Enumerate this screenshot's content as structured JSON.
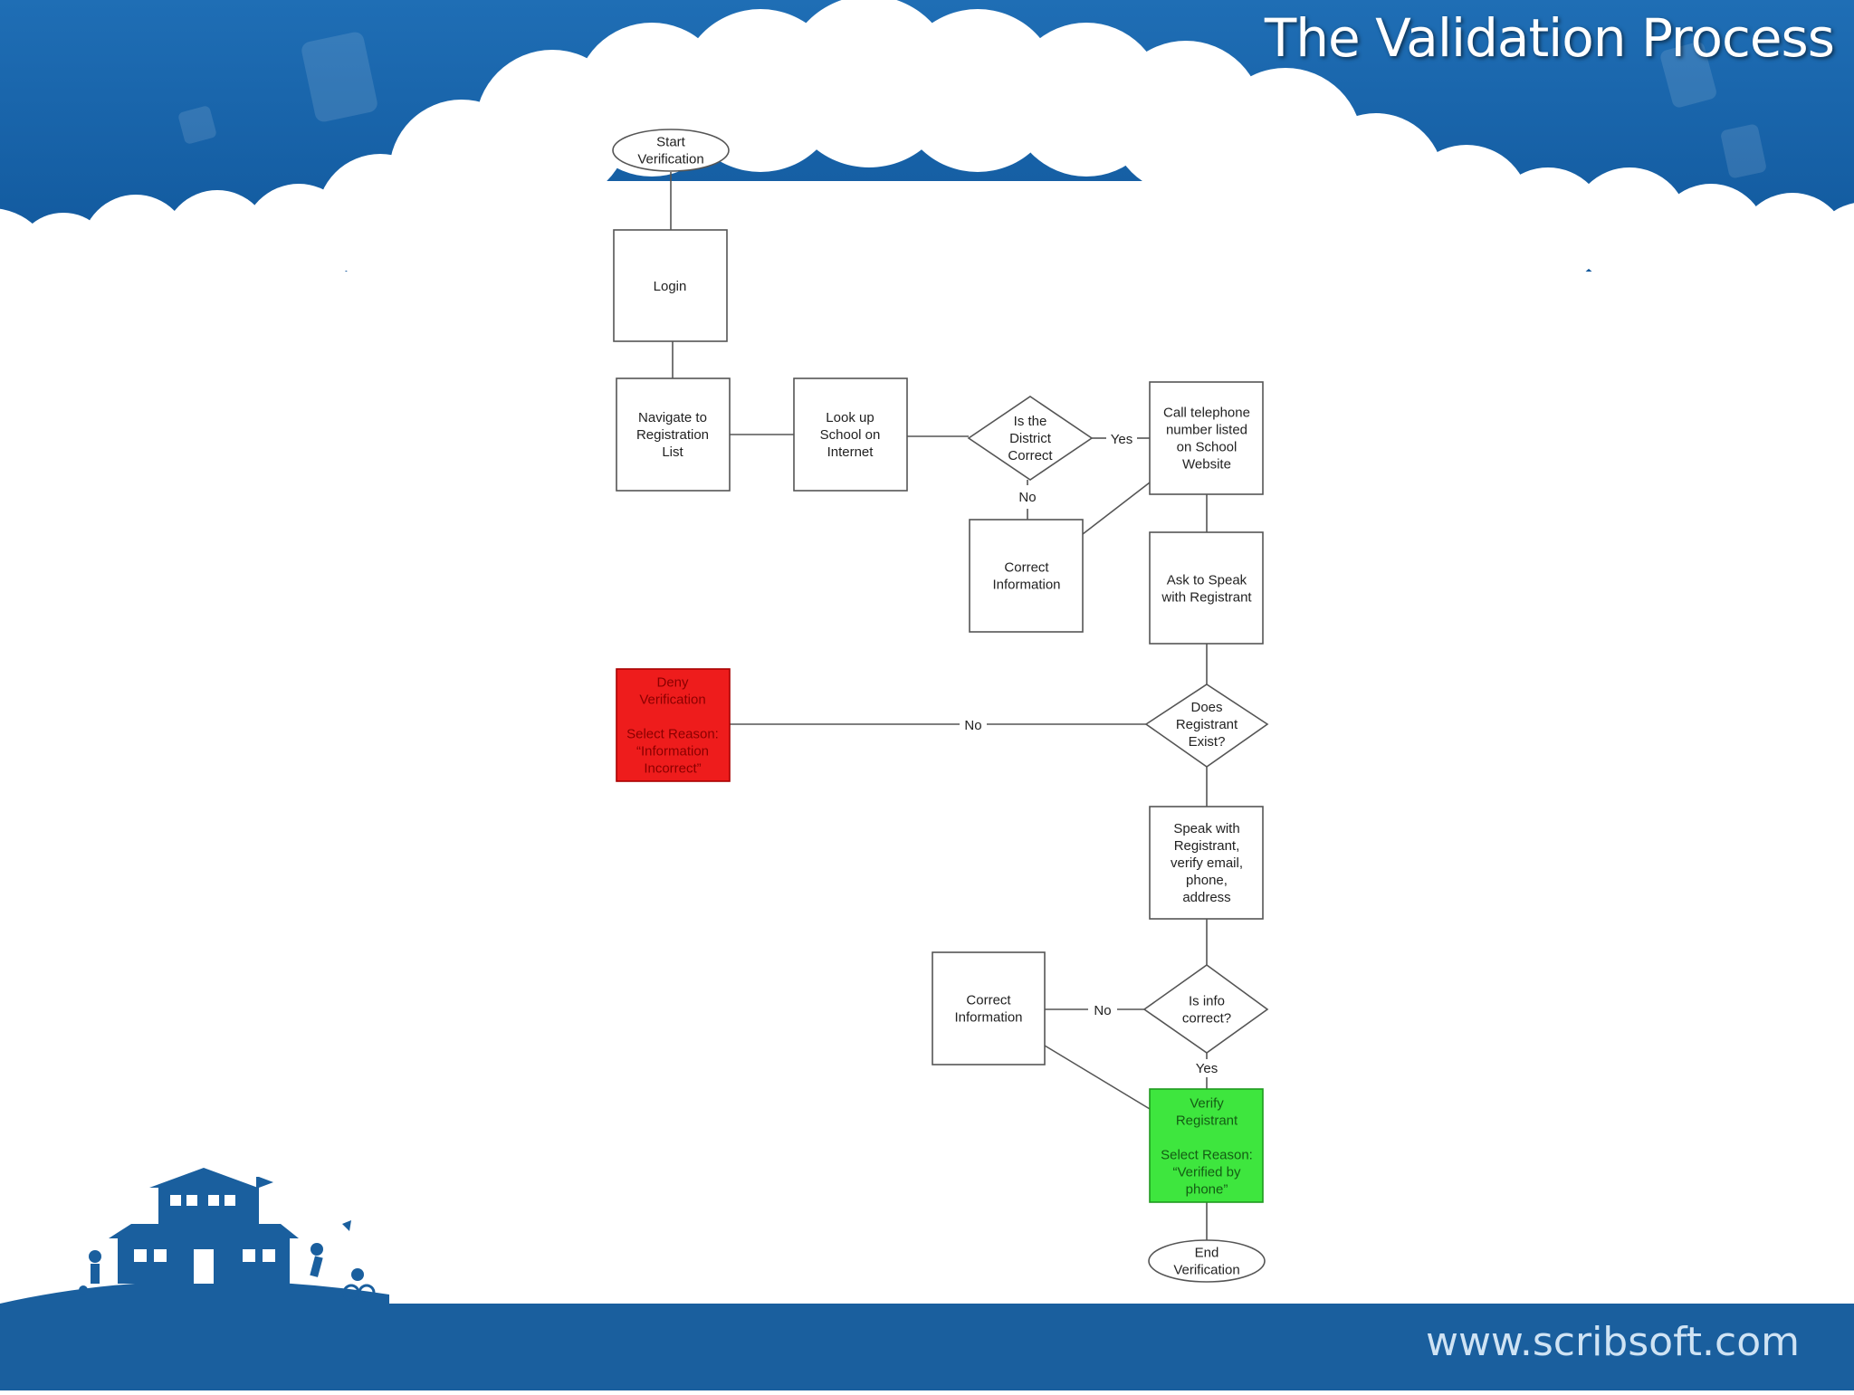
{
  "slide": {
    "title": "The Validation Process",
    "footer_url": "www.scribsoft.com"
  },
  "colors": {
    "header_blue": "#1d6ab0",
    "footer_blue": "#1a5f9e",
    "deny_red": "#ee1c1c",
    "verify_green": "#3ee63e"
  },
  "flowchart": {
    "nodes": {
      "start": [
        "Start",
        "Verification"
      ],
      "login": [
        "Login"
      ],
      "navigate": [
        "Navigate to",
        "Registration",
        "List"
      ],
      "lookup": [
        "Look up",
        "School on",
        "Internet"
      ],
      "district": [
        "Is the",
        "District",
        "Correct"
      ],
      "call": [
        "Call telephone",
        "number listed",
        "on School",
        "Website"
      ],
      "correct1": [
        "Correct",
        "Information"
      ],
      "ask": [
        "Ask to Speak",
        "with Registrant"
      ],
      "exist": [
        "Does",
        "Registrant",
        "Exist?"
      ],
      "deny": [
        "Deny",
        "Verification",
        "",
        "Select Reason:",
        "“Information",
        "Incorrect”"
      ],
      "speak": [
        "Speak with",
        "Registrant,",
        "verify email,",
        "phone,",
        "address"
      ],
      "info": [
        "Is info",
        "correct?"
      ],
      "correct2": [
        "Correct",
        "Information"
      ],
      "verify": [
        "Verify",
        "Registrant",
        "",
        "Select Reason:",
        "“Verified by",
        "phone”"
      ],
      "end": [
        "End",
        "Verification"
      ]
    },
    "edge_labels": {
      "district_yes": "Yes",
      "district_no": "No",
      "exist_no": "No",
      "info_no": "No",
      "info_yes": "Yes"
    }
  }
}
